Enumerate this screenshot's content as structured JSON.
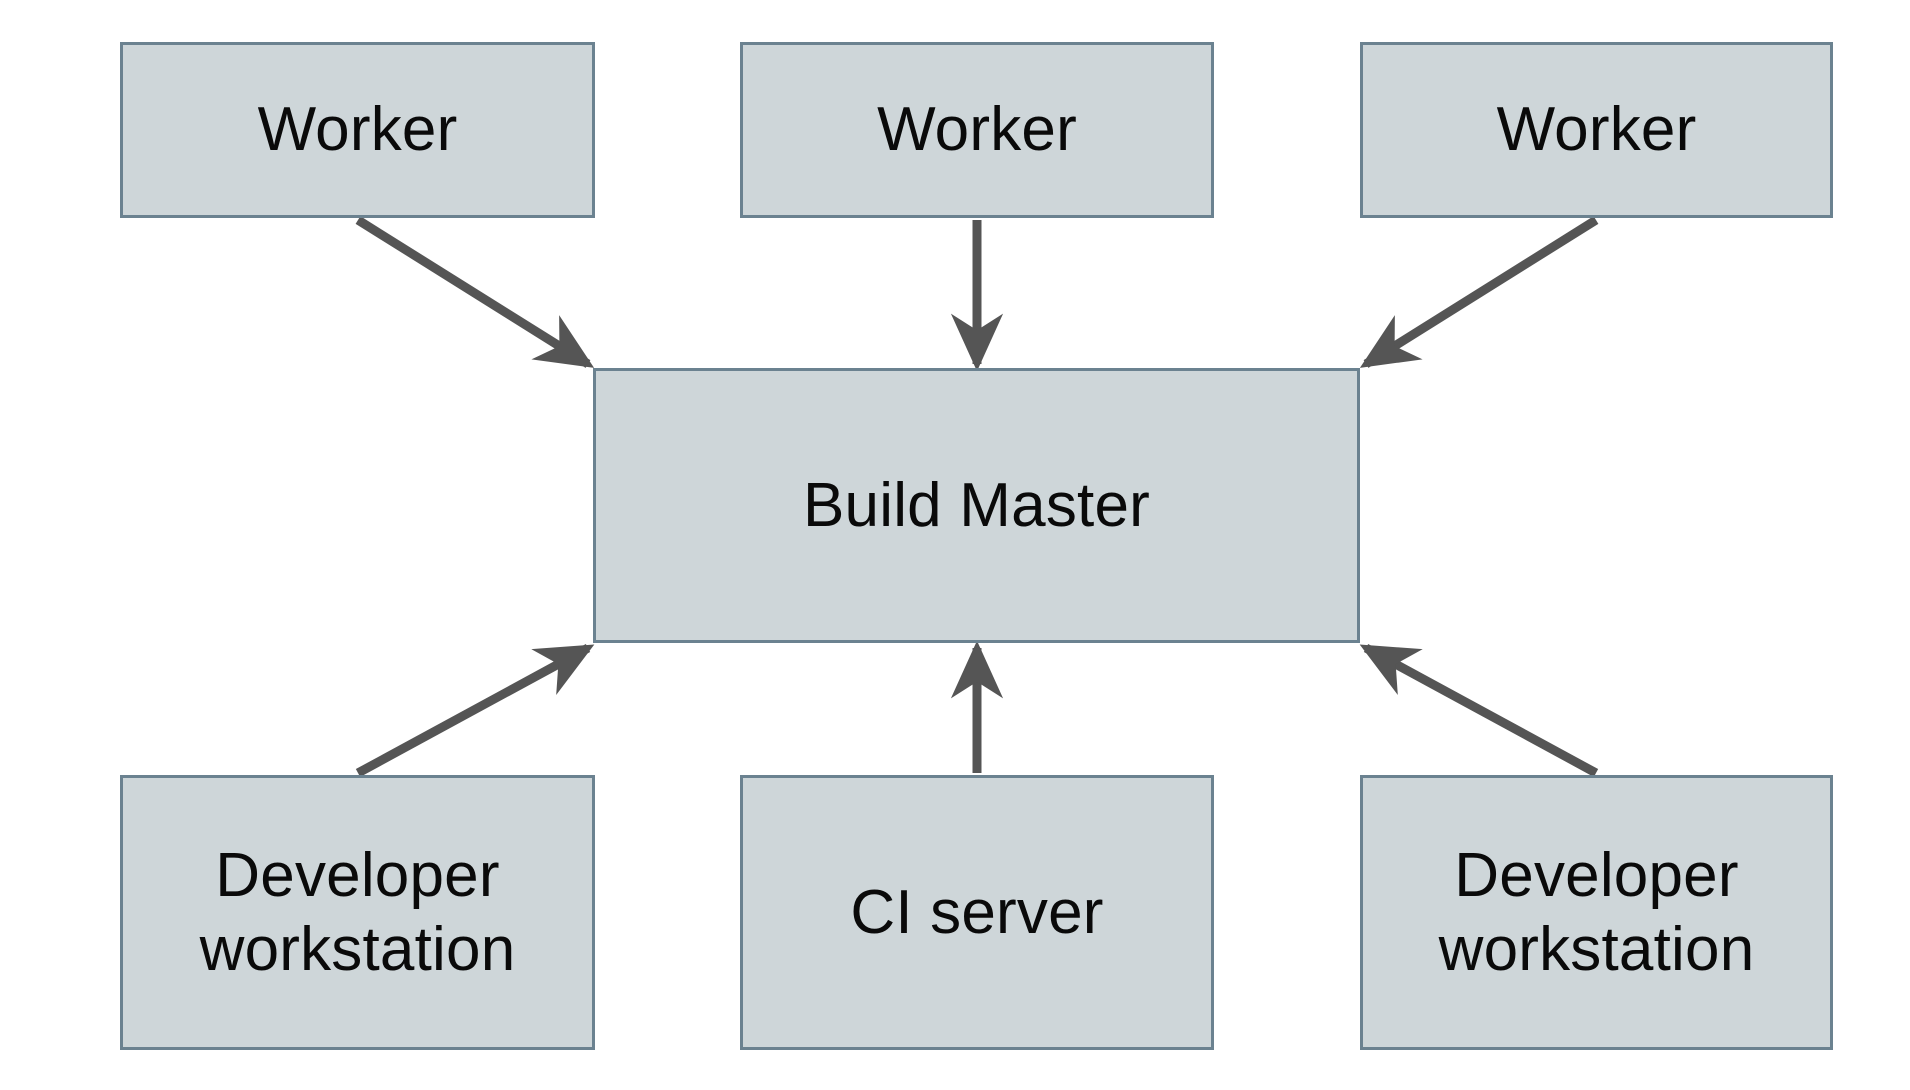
{
  "diagram": {
    "type": "node-edge-architecture-diagram",
    "background_color": "#ffffff",
    "node_fill_color": "#ced6d9",
    "node_border_color": "#6b8290",
    "edge_color": "#555555",
    "text_color": "#0a0a0a",
    "nodes": [
      {
        "id": "worker-1",
        "label": "Worker",
        "row": "top",
        "column": "left"
      },
      {
        "id": "worker-2",
        "label": "Worker",
        "row": "top",
        "column": "center"
      },
      {
        "id": "worker-3",
        "label": "Worker",
        "row": "top",
        "column": "right"
      },
      {
        "id": "build-master",
        "label": "Build Master",
        "row": "middle",
        "column": "center"
      },
      {
        "id": "dev-workstation-1",
        "label": "Developer\nworkstation",
        "row": "bottom",
        "column": "left"
      },
      {
        "id": "ci-server",
        "label": "CI server",
        "row": "bottom",
        "column": "center"
      },
      {
        "id": "dev-workstation-2",
        "label": "Developer\nworkstation",
        "row": "bottom",
        "column": "right"
      }
    ],
    "edges": [
      {
        "id": "edge-worker1-master",
        "from": "worker-1",
        "to": "build-master",
        "arrowhead": "end"
      },
      {
        "id": "edge-worker2-master",
        "from": "worker-2",
        "to": "build-master",
        "arrowhead": "end"
      },
      {
        "id": "edge-worker3-master",
        "from": "worker-3",
        "to": "build-master",
        "arrowhead": "end"
      },
      {
        "id": "edge-devws1-master",
        "from": "dev-workstation-1",
        "to": "build-master",
        "arrowhead": "end"
      },
      {
        "id": "edge-ci-master",
        "from": "ci-server",
        "to": "build-master",
        "arrowhead": "end"
      },
      {
        "id": "edge-devws2-master",
        "from": "dev-workstation-2",
        "to": "build-master",
        "arrowhead": "end"
      }
    ]
  }
}
